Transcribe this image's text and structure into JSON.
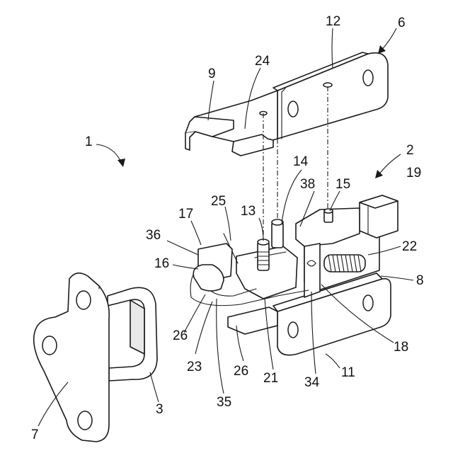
{
  "labels": {
    "l1": "1",
    "l2": "2",
    "l3": "3",
    "l6": "6",
    "l7": "7",
    "l8": "8",
    "l9": "9",
    "l11": "11",
    "l12": "12",
    "l13": "13",
    "l14": "14",
    "l15": "15",
    "l16": "16",
    "l17": "17",
    "l18": "18",
    "l19": "19",
    "l21": "21",
    "l22": "22",
    "l23": "23",
    "l24": "24",
    "l25": "25",
    "l26a": "26",
    "l26b": "26",
    "l34": "34",
    "l35": "35",
    "l36": "36",
    "l38": "38"
  }
}
